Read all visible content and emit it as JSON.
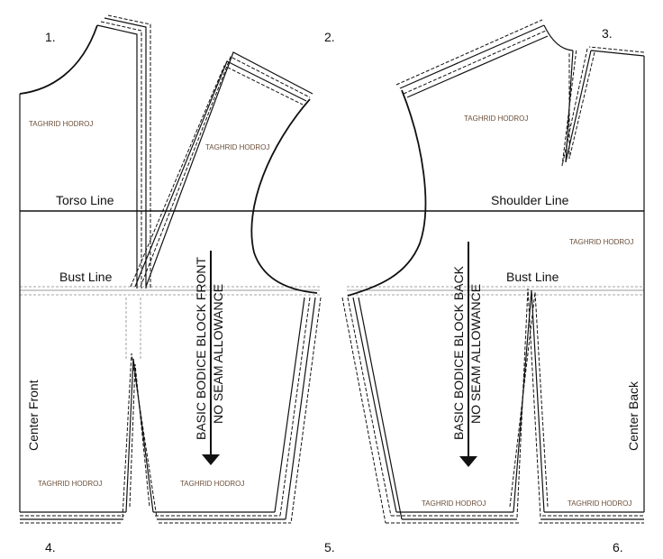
{
  "corner_numbers": {
    "n1": "1.",
    "n2": "2.",
    "n3": "3.",
    "n4": "4.",
    "n5": "5.",
    "n6": "6."
  },
  "lines": {
    "torso": "Torso Line",
    "shoulder": "Shoulder Line",
    "bust_front": "Bust Line",
    "bust_back": "Bust Line"
  },
  "edges": {
    "center_front": "Center Front",
    "center_back": "Center Back"
  },
  "front_block": {
    "title": "BASIC BODICE BLOCK FRONT",
    "subtitle": "NO SEAM ALLOWANCE"
  },
  "back_block": {
    "title": "BASIC BODICE BLOCK BACK",
    "subtitle": "NO SEAM ALLOWANCE"
  },
  "watermark": "TAGHRID HODROJ"
}
